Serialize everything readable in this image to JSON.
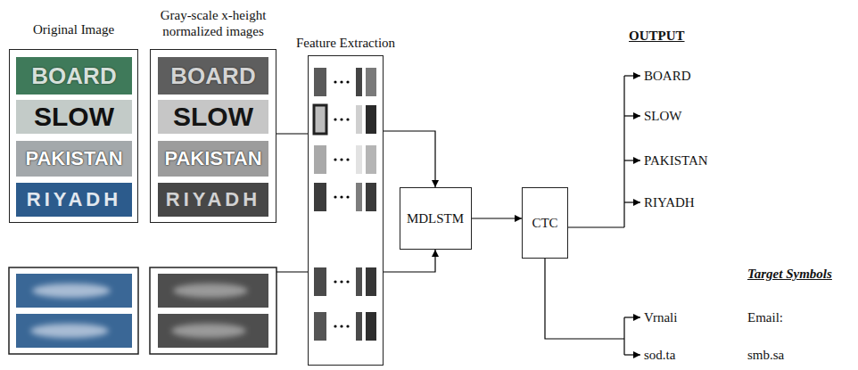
{
  "diagram": {
    "nodes": [
      {
        "text": [
          "Original Image"
        ]
      },
      {
        "text": [
          "Gray-scale x-height normalized images"
        ]
      },
      {
        "text": [
          "Feature Extraction"
        ]
      },
      {
        "text": [
          "MDLSTM"
        ]
      },
      {
        "text": [
          "CTC"
        ]
      }
    ],
    "edges": [
      {
        "from": 1,
        "to": 2,
        "arrow": "none"
      },
      {
        "from": 2,
        "to": 3,
        "arrow": "to"
      },
      {
        "from": 2,
        "to": 3,
        "arrow": "to"
      },
      {
        "from": 3,
        "to": 4,
        "arrow": "to"
      }
    ],
    "labels": [
      "BOARD",
      "SLOW",
      "PAKISTAN",
      "RIYADH",
      "BOARD",
      "SLOW",
      "PAKISTAN",
      "RIYADH",
      "OUTPUT",
      "BOARD",
      "SLOW",
      "PAKISTAN",
      "RIYADH",
      "Target Symbols",
      "Vrnali",
      "Email:",
      "sod.ta",
      "smb.sa"
    ]
  }
}
